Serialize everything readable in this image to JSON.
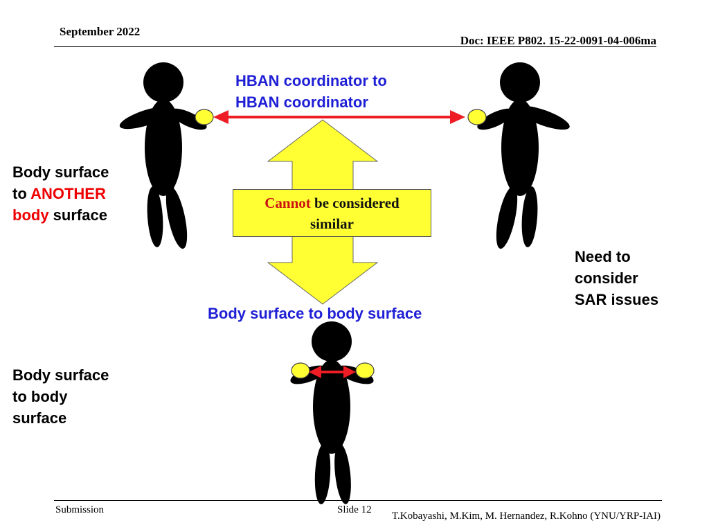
{
  "header": {
    "date": "September 2022",
    "doc": "Doc: IEEE P802. 15-22-0091-04-006ma"
  },
  "labels": {
    "coordinator_line1": "HBAN coordinator to",
    "coordinator_line2": "HBAN coordinator",
    "another_line1": "Body surface",
    "another_line2_prefix": "to ",
    "another_line2_highlight": "ANOTHER",
    "another_line3_highlight": "body",
    "another_line3_suffix": " surface",
    "need_line1": "Need to",
    "need_line2": "consider",
    "need_line3": "SAR issues",
    "body_line1": "Body surface",
    "body_line2": "to body",
    "body_line3": "surface",
    "body_to_body": "Body surface to body surface"
  },
  "center_box": {
    "highlight": "Cannot",
    "rest_line1": " be considered",
    "line2": "similar"
  },
  "footer": {
    "submission": "Submission",
    "slide": "Slide 12",
    "authors": "T.Kobayashi, M.Kim, M. Hernandez, R.Kohno (YNU/YRP-IAI)"
  },
  "colors": {
    "label_blue": "#1f1fd6",
    "highlight_red": "#ee0000",
    "arrow_red": "#ee1c24",
    "arrow_yellow": "#ffff33",
    "device_yellow": "#ffff33",
    "figure_black": "#000000"
  }
}
